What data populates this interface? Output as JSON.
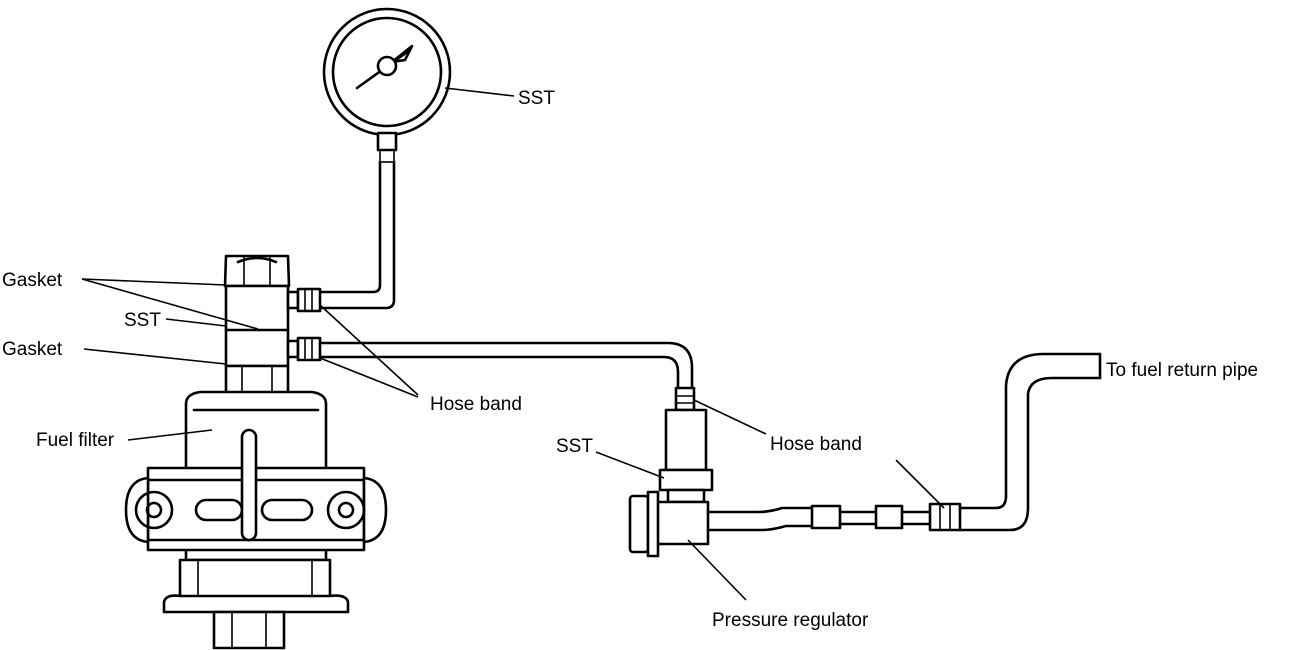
{
  "labels": {
    "sst_gauge": "SST",
    "gasket_top": "Gasket",
    "sst_union": "SST",
    "gasket_bottom": "Gasket",
    "hose_band_left": "Hose band",
    "fuel_filter": "Fuel filter",
    "sst_regulator": "SST",
    "hose_band_right": "Hose band",
    "pressure_regulator": "Pressure regulator",
    "to_fuel_return_pipe": "To fuel return pipe"
  }
}
